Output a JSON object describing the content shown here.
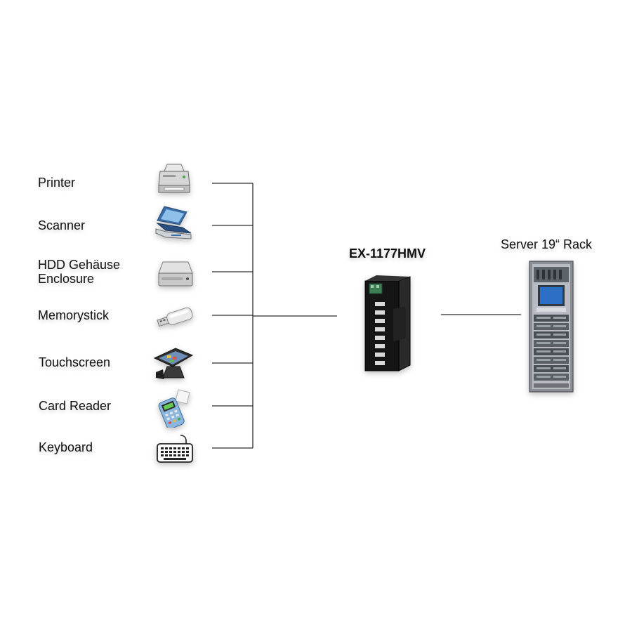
{
  "devices": [
    {
      "label": "Printer",
      "icon": "printer-icon"
    },
    {
      "label": "Scanner",
      "icon": "scanner-icon"
    },
    {
      "label": "HDD Gehäuse\nEnclosure",
      "icon": "hdd-enclosure-icon"
    },
    {
      "label": "Memorystick",
      "icon": "usb-stick-icon"
    },
    {
      "label": "Touchscreen",
      "icon": "pos-touchscreen-icon"
    },
    {
      "label": "Card Reader",
      "icon": "card-reader-icon"
    },
    {
      "label": "Keyboard",
      "icon": "keyboard-icon"
    }
  ],
  "hub": {
    "label": "EX-1177HMV",
    "icon": "usb-hub-icon"
  },
  "server": {
    "label": "Server 19“ Rack",
    "icon": "server-rack-icon"
  },
  "colors": {
    "line": "#2b2b2b",
    "hub_body": "#141414",
    "hub_terminal": "#3f7d57",
    "rack_frame": "#8a8f96",
    "rack_screen": "#2d6fc4"
  }
}
